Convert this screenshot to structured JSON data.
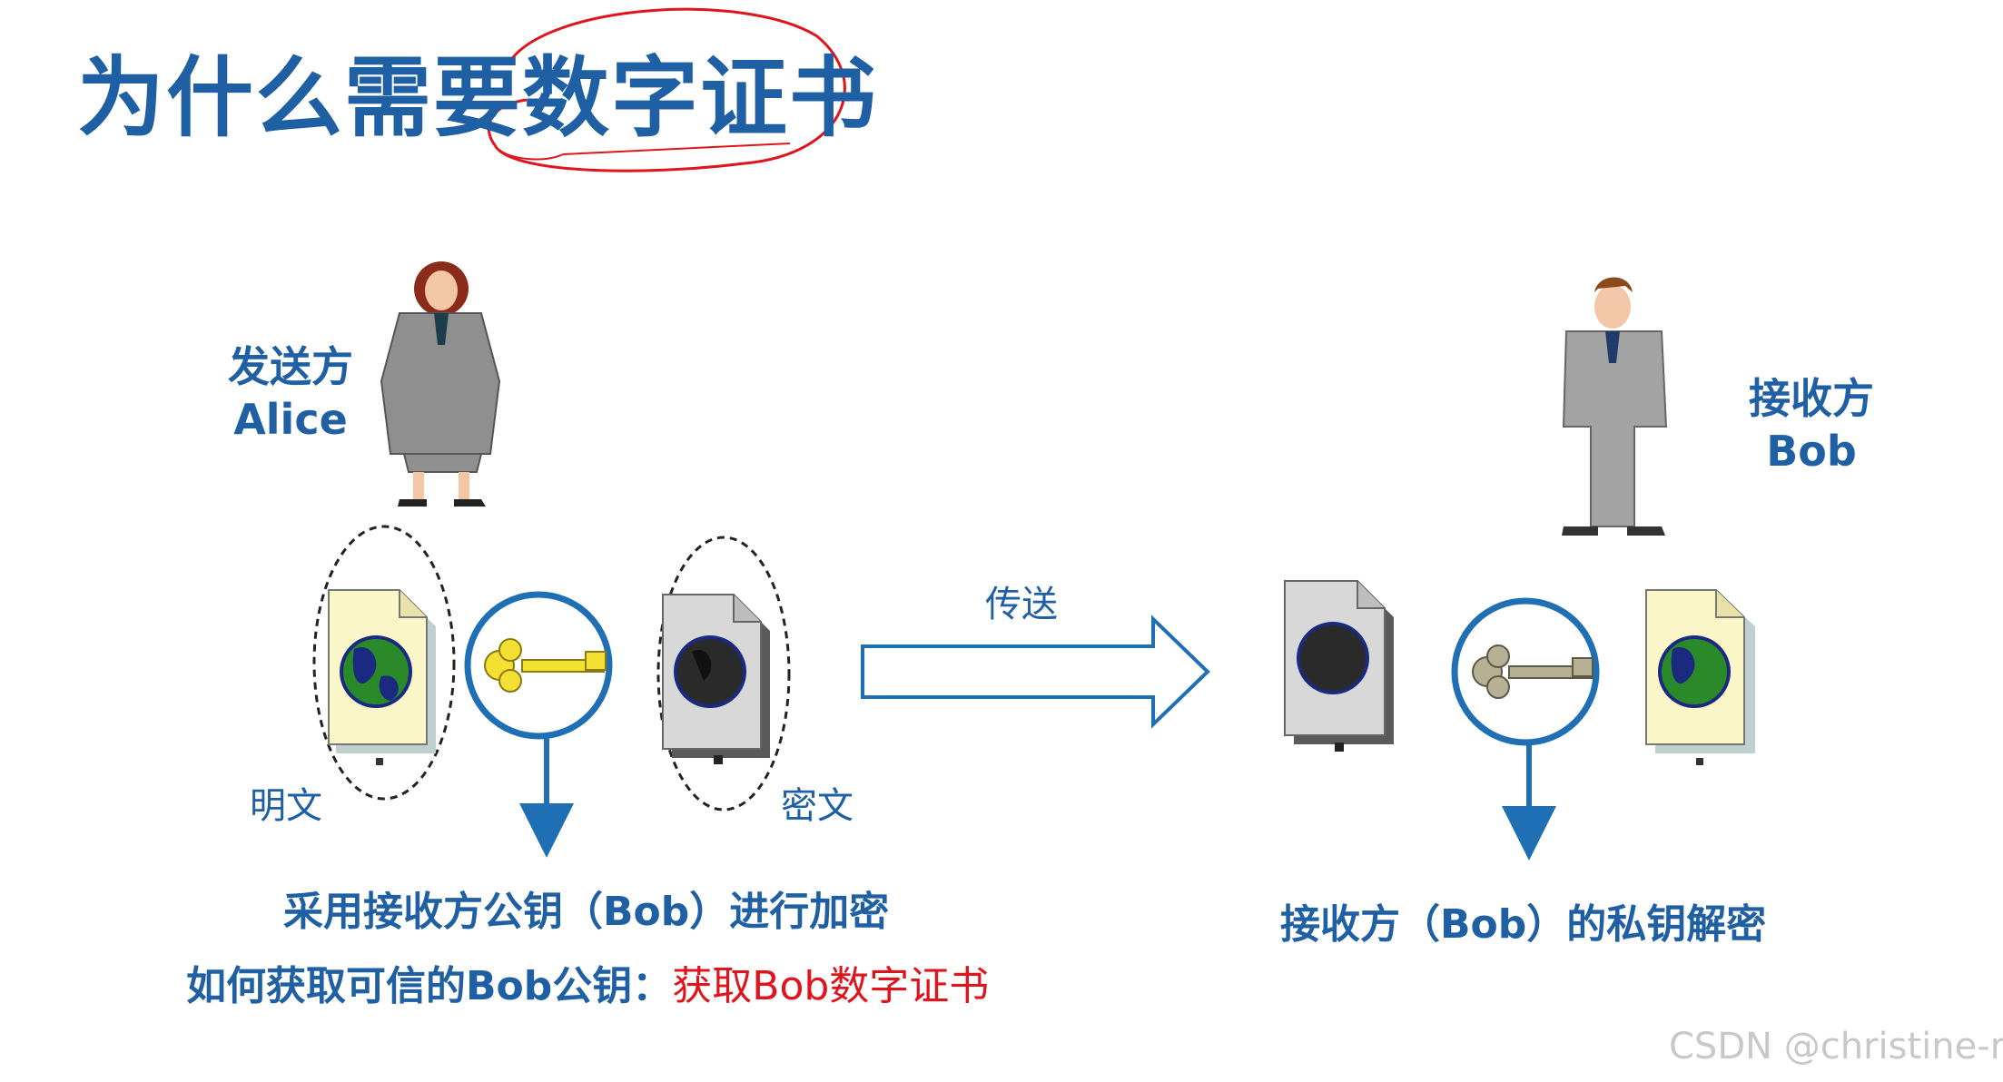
{
  "title": "为什么需要数字证书",
  "sender": {
    "role": "发送方",
    "name": "Alice"
  },
  "receiver": {
    "role": "接收方",
    "name": "Bob"
  },
  "labels": {
    "plaintext": "明文",
    "ciphertext": "密文",
    "transmit": "传送"
  },
  "captions": {
    "encrypt": "采用接收方公钥（Bob）进行加密",
    "question": "如何获取可信的Bob公钥：",
    "answer": "获取Bob数字证书",
    "decrypt": "接收方（Bob）的私钥解密"
  },
  "watermark": "CSDN @christine-rr",
  "colors": {
    "accent": "#1f5fa3",
    "highlight": "#e0141c"
  }
}
